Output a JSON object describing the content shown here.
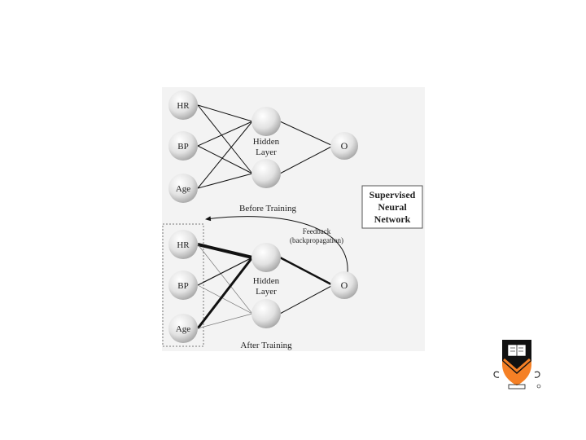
{
  "diagram": {
    "before": {
      "inputs": [
        "HR",
        "BP",
        "Age"
      ],
      "hidden_label_line1": "Hidden",
      "hidden_label_line2": "Layer",
      "output": "O",
      "caption": "Before Training"
    },
    "after": {
      "inputs": [
        "HR",
        "BP",
        "Age"
      ],
      "hidden_label_line1": "Hidden",
      "hidden_label_line2": "Layer",
      "output": "O",
      "caption": "After Training",
      "feedback_line1": "Feedback",
      "feedback_line2": "(backpropagation)"
    },
    "title": {
      "line1": "Supervised",
      "line2": "Neural",
      "line3": "Network"
    }
  },
  "colors": {
    "panel_background": "#f3f3f3",
    "node_fill": "#dcdcdc",
    "line": "#111111",
    "shield_orange": "#f58025",
    "shield_black": "#111111"
  }
}
